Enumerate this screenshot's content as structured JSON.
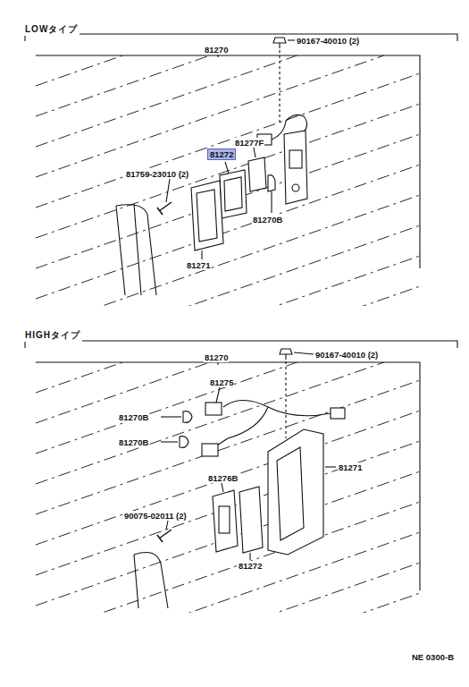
{
  "diagram": {
    "nodes": [
      {
        "text": [
          "LOWタイプ"
        ]
      },
      {
        "text": [
          "HIGHタイプ"
        ]
      },
      {
        "text": [
          "81272"
        ],
        "in": 0
      }
    ],
    "labels": [
      "81270",
      "90167-40010 (2)",
      "81277F",
      "81759-23010 (2)",
      "81270B",
      "81271",
      "81270",
      "90167-40010 (2)",
      "81275",
      "81270B",
      "81270B",
      "81276B",
      "90075-02011 (2)",
      "81271",
      "81272",
      "NE 0300-B"
    ]
  }
}
